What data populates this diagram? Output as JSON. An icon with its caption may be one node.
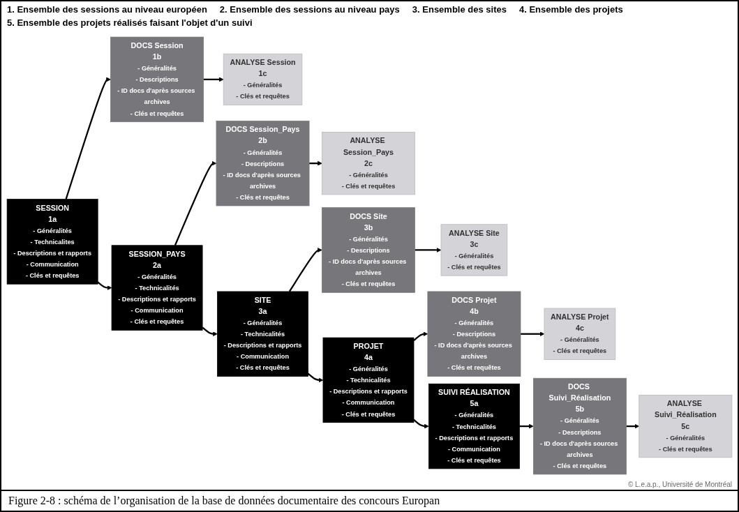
{
  "diagram": {
    "caption": "Figure 2-8 : schéma de l’organisation de la base de données documentaire des concours Europan",
    "nodes": [
      {
        "text": [
          "SESSION",
          "1a",
          "- Généralités",
          "- Technicalites",
          "- Descriptions et rapports",
          "- Communication",
          "- Clés et requêtes"
        ]
      },
      {
        "text": [
          "DOCS Session",
          "1b",
          "- Généralités",
          "- Descriptions",
          "- ID docs d'après sources archives",
          "- Clés et requêtes"
        ]
      },
      {
        "text": [
          "ANALYSE Session",
          "1c",
          "- Généralités",
          "- Clés et requêtes"
        ]
      },
      {
        "text": [
          "SESSION_PAYS",
          "2a",
          "- Généralités",
          "- Technicalités",
          "- Descriptions et rapports",
          "- Communication",
          "- Clés et requêtes"
        ]
      },
      {
        "text": [
          "DOCS Session_Pays",
          "2b",
          "- Généralités",
          "- Descriptions",
          "- ID docs d'après sources archives",
          "- Clés et requêtes"
        ]
      },
      {
        "text": [
          "ANALYSE Session_Pays",
          "2c",
          "- Généralités",
          "- Clés et requêtes"
        ]
      },
      {
        "text": [
          "SITE",
          "3a",
          "- Généralités",
          "- Technicalités",
          "- Descriptions et rapports",
          "- Communication",
          "- Clés et requêtes"
        ]
      },
      {
        "text": [
          "DOCS Site",
          "3b",
          "- Généralités",
          "- Descriptions",
          "- ID docs d'après sources archives",
          "- Clés et requêtes"
        ]
      },
      {
        "text": [
          "ANALYSE Site",
          "3c",
          "- Généralités",
          "- Clés et requêtes"
        ]
      },
      {
        "text": [
          "PROJET",
          "4a",
          "- Généralités",
          "- Technicalités",
          "- Descriptions et rapports",
          "- Communication",
          "- Clés et requêtes"
        ]
      },
      {
        "text": [
          "DOCS Projet",
          "4b",
          "- Généralités",
          "- Descriptions",
          "- ID docs d'après sources archives",
          "- Clés et requêtes"
        ]
      },
      {
        "text": [
          "ANALYSE Projet",
          "4c",
          "- Généralités",
          "- Clés et requêtes"
        ]
      },
      {
        "text": [
          "SUIVI RÉALISATION",
          "5a",
          "- Généralités",
          "- Technicalités",
          "- Descriptions et rapports",
          "- Communication",
          "- Clés et requêtes"
        ]
      },
      {
        "text": [
          "DOCS Suivi_Réalisation",
          "5b",
          "- Généralités",
          "- Descriptions",
          "- ID docs d'après sources archives",
          "- Clés et requêtes"
        ]
      },
      {
        "text": [
          "ANALYSE Suivi_Réalisation",
          "5c",
          "- Généralités",
          "- Clés et requêtes"
        ]
      }
    ],
    "edges": [
      {
        "from": 0,
        "to": 1,
        "arrow": "to"
      },
      {
        "from": 1,
        "to": 2,
        "arrow": "to"
      },
      {
        "from": 0,
        "to": 3,
        "arrow": "to"
      },
      {
        "from": 3,
        "to": 4,
        "arrow": "to"
      },
      {
        "from": 4,
        "to": 5,
        "arrow": "to"
      },
      {
        "from": 3,
        "to": 6,
        "arrow": "to"
      },
      {
        "from": 6,
        "to": 7,
        "arrow": "to"
      },
      {
        "from": 7,
        "to": 8,
        "arrow": "to"
      },
      {
        "from": 6,
        "to": 9,
        "arrow": "to"
      },
      {
        "from": 9,
        "to": 10,
        "arrow": "to"
      },
      {
        "from": 10,
        "to": 11,
        "arrow": "to"
      },
      {
        "from": 9,
        "to": 12,
        "arrow": "to"
      },
      {
        "from": 12,
        "to": 13,
        "arrow": "to"
      },
      {
        "from": 13,
        "to": 14,
        "arrow": "to"
      }
    ],
    "labels": [
      "1. Ensemble des sessions au niveau européen",
      "2. Ensemble des sessions au niveau pays",
      "3. Ensemble des sites",
      "4. Ensemble des projets",
      "5. Ensemble des projets réalisés faisant l'objet d'un suivi",
      "© L.e.a.p., Université de Montréal"
    ]
  }
}
